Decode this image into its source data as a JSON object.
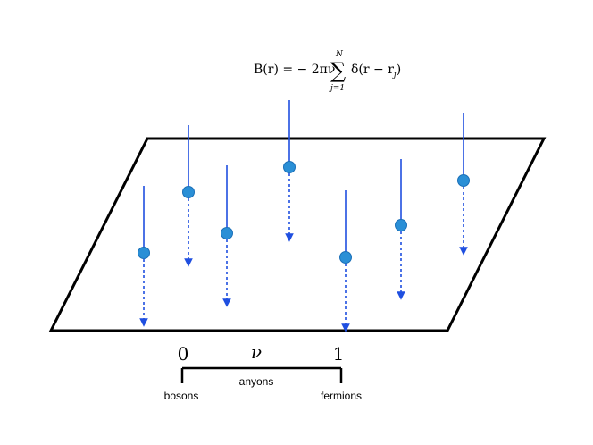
{
  "formula": {
    "lhs": "B(r) = − 2πν",
    "sum_symbol": "∑",
    "sum_upper": "N",
    "sum_lower": "j=1",
    "rhs": "δ(r − r",
    "rhs_sub": "j",
    "rhs_close": ")"
  },
  "scale": {
    "tick_left": "0",
    "tick_right": "1",
    "variable": "ν",
    "label_left": "bosons",
    "label_middle": "anyons",
    "label_right": "fermions"
  },
  "colors": {
    "plane_outline": "#000000",
    "flux_line": "#1f4fe0",
    "particle": "#2a8fd6",
    "particle_edge": "#1a6fb8"
  },
  "particles_count": 7
}
